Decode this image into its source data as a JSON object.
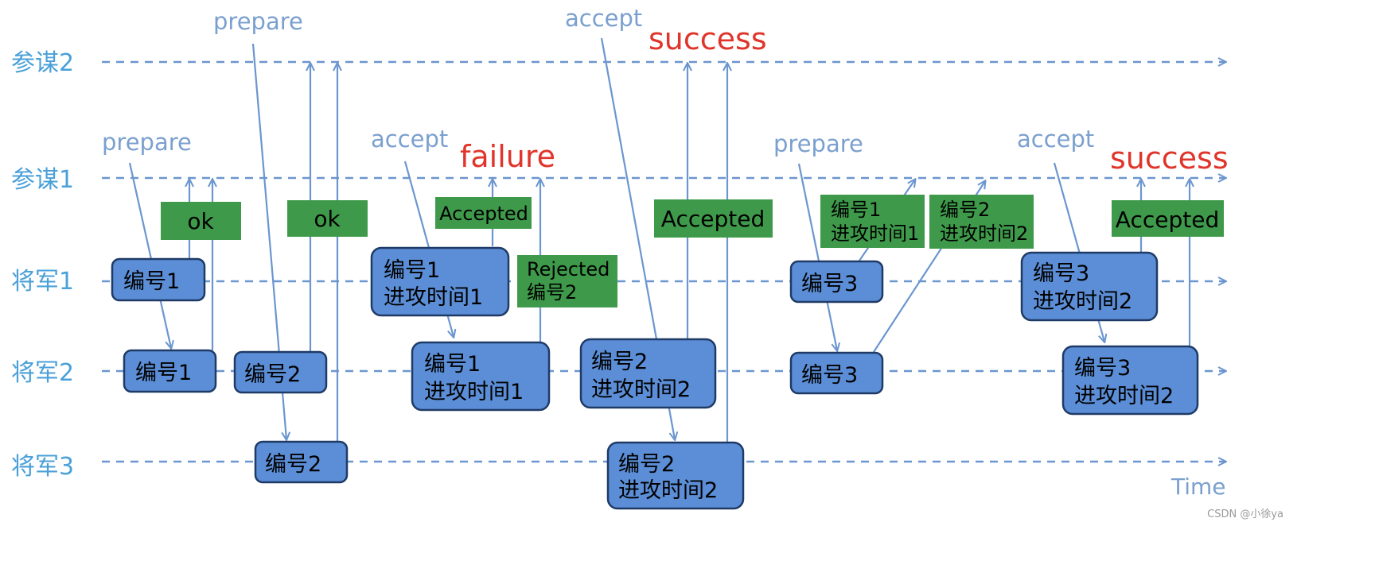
{
  "lanes": [
    {
      "id": "advisor2",
      "label": "参谋2"
    },
    {
      "id": "advisor1",
      "label": "参谋1"
    },
    {
      "id": "general1",
      "label": "将军1"
    },
    {
      "id": "general2",
      "label": "将军2"
    },
    {
      "id": "general3",
      "label": "将军3"
    }
  ],
  "time_label": "Time",
  "message_labels": {
    "prepare_1": "prepare",
    "prepare_2": "prepare",
    "accept_1": "accept",
    "accept_2": "accept",
    "prepare_3": "prepare",
    "accept_3": "accept"
  },
  "results": {
    "success_1": "success",
    "failure_1": "failure",
    "success_2": "success"
  },
  "proposal_boxes": {
    "b1": [
      "编号1"
    ],
    "b2": [
      "编号1"
    ],
    "b3": [
      "编号2"
    ],
    "b4": [
      "编号2"
    ],
    "b5": [
      "编号1",
      "进攻时间1"
    ],
    "b6": [
      "编号1",
      "进攻时间1"
    ],
    "b7": [
      "编号2",
      "进攻时间2"
    ],
    "b8": [
      "编号2",
      "进攻时间2"
    ],
    "b9": [
      "编号3"
    ],
    "b10": [
      "编号3"
    ],
    "b11": [
      "编号3",
      "进攻时间2"
    ],
    "b12": [
      "编号3",
      "进攻时间2"
    ]
  },
  "response_boxes": {
    "g1": [
      "ok"
    ],
    "g2": [
      "ok"
    ],
    "g3": [
      "Accepted"
    ],
    "g4": [
      "Rejected",
      "编号2"
    ],
    "g5": [
      "Accepted"
    ],
    "g6": [
      "编号1",
      "进攻时间1"
    ],
    "g7": [
      "编号2",
      "进攻时间2"
    ],
    "g8": [
      "Accepted"
    ]
  },
  "watermark": "CSDN @小徐ya",
  "colors": {
    "lane_line": "#6b96cf",
    "arrow": "#6b96cf",
    "box_fill": "#5b8ed6",
    "box_stroke": "#1f3a66",
    "response_fill": "#3e9a4a",
    "result_text": "#e0352b"
  }
}
